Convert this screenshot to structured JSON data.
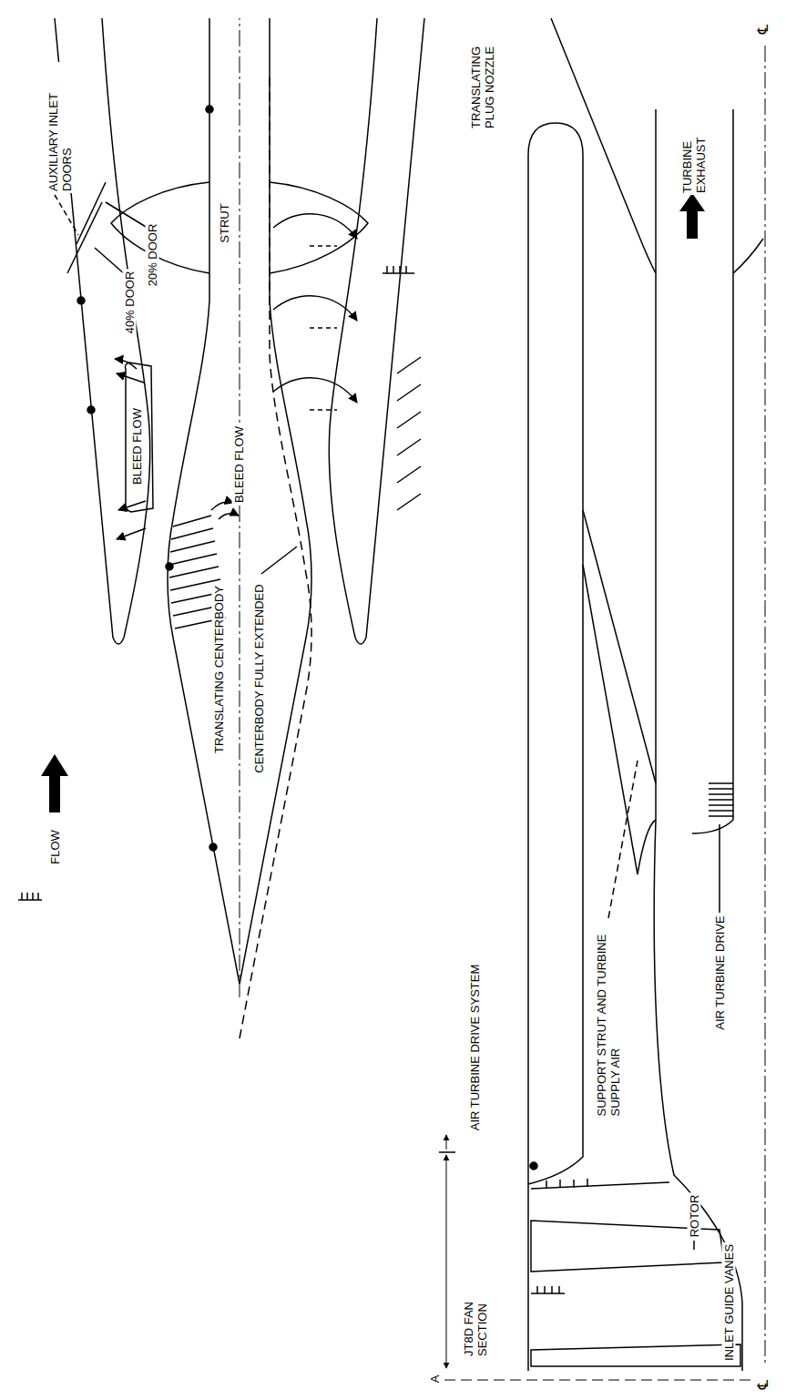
{
  "diagram": {
    "labels": [
      "FLOW",
      "AUXILIARY INLET DOORS",
      "20% DOOR",
      "40% DOOR",
      "STRUT",
      "BLEED FLOW",
      "BLEED FLOW",
      "TRANSLATING CENTERBODY",
      "CENTERBODY FULLY EXTENDED",
      "℄",
      "TRANSLATING PLUG NOZZLE",
      "TURBINE EXHAUST",
      "AIR TURBINE DRIVE",
      "SUPPORT STRUT AND TURBINE SUPPLY AIR",
      "AIR TURBINE DRIVE SYSTEM",
      "A",
      "JT8D FAN SECTION",
      "ROTOR",
      "INLET GUIDE VANES",
      "℄"
    ]
  }
}
